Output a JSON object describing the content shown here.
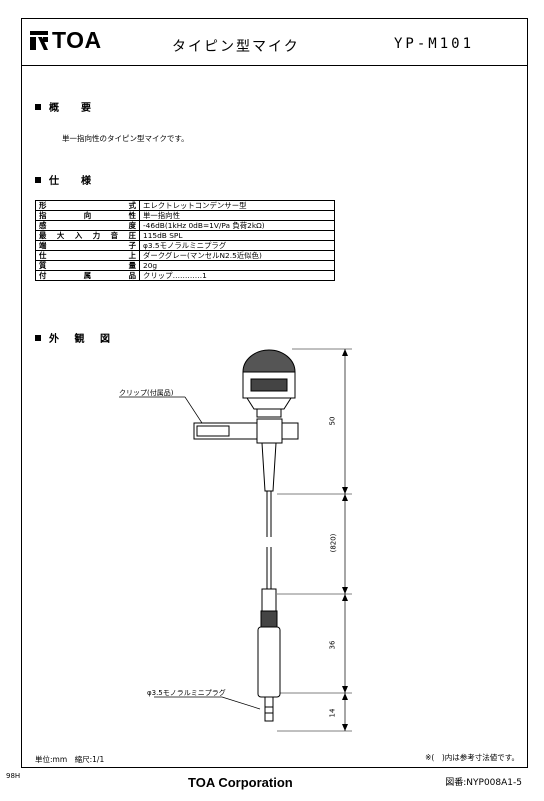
{
  "header": {
    "brand": "TOA",
    "title": "タイピン型マイク",
    "model": "YP-M101"
  },
  "sections": {
    "overview": {
      "heading": "概　要",
      "text": "単一指向性のタイピン型マイクです。"
    },
    "specs": {
      "heading": "仕　様"
    },
    "drawing": {
      "heading": "外 観 図"
    }
  },
  "specs": [
    {
      "key": "形式",
      "value": "エレクトレットコンデンサー型"
    },
    {
      "key": "指向性",
      "value": "単一指向性"
    },
    {
      "key": "感度",
      "value": "-46dB(1kHz 0dB=1V/Pa 負荷2kΩ)"
    },
    {
      "key": "最大入力音圧",
      "value": "115dB SPL"
    },
    {
      "key": "端子",
      "value": "φ3.5モノラルミニプラグ"
    },
    {
      "key": "仕上",
      "value": "ダークグレー(マンセルN2.5近似色)"
    },
    {
      "key": "質量",
      "value": "20g"
    },
    {
      "key": "付属品",
      "value": "クリップ…………1"
    }
  ],
  "drawing": {
    "clip_label": "クリップ(付属品)",
    "plug_label": "φ3.5モノラルミニプラグ",
    "dims": [
      "50",
      "(820)",
      "36",
      "14"
    ]
  },
  "footer": {
    "unit": "単位:mm　縮尺:1/1",
    "note": "※(　)内は参考寸法値です。",
    "corner": "98H",
    "corp": "TOA Corporation",
    "figure": "図番:NYP008A1-5"
  }
}
